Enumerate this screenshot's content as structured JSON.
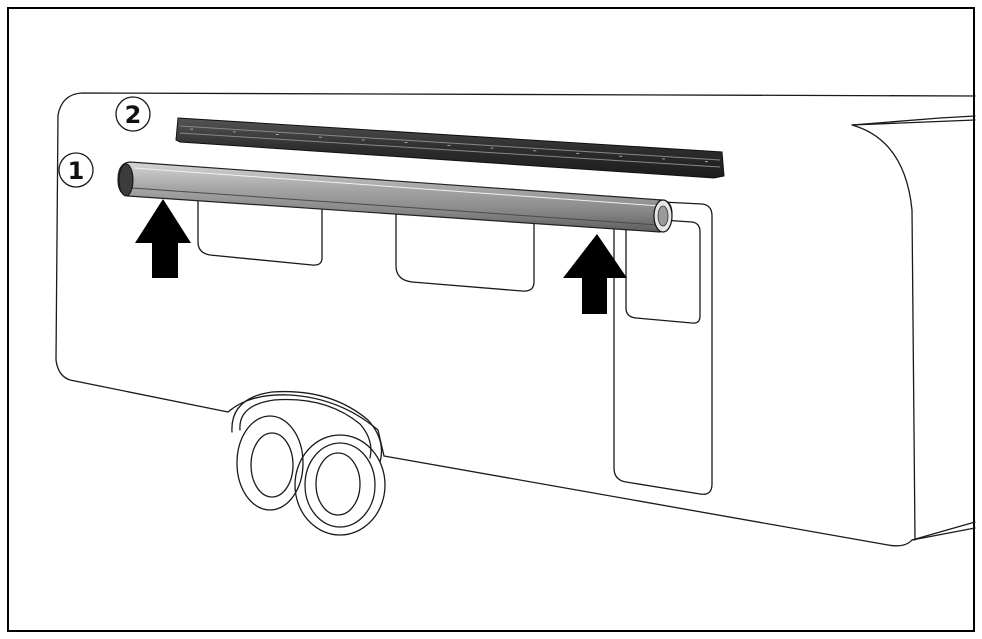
{
  "diagram": {
    "callouts": [
      {
        "id": "step-1",
        "label": "1"
      },
      {
        "id": "step-2",
        "label": "2"
      }
    ],
    "parts": {
      "awning_roll": {
        "icon": "awning-roll",
        "fill_color": "#9a9a9a",
        "shade_color": "#5c5c5c"
      },
      "awning_rail": {
        "icon": "awning-rail",
        "fill_color": "#3a3a3a"
      },
      "arrows": {
        "icon": "up-arrow",
        "count": 2,
        "direction": "up",
        "fill_color": "#000000"
      }
    },
    "colors": {
      "line": "#1a1a1a",
      "background": "#ffffff",
      "frame": "#000000"
    }
  }
}
